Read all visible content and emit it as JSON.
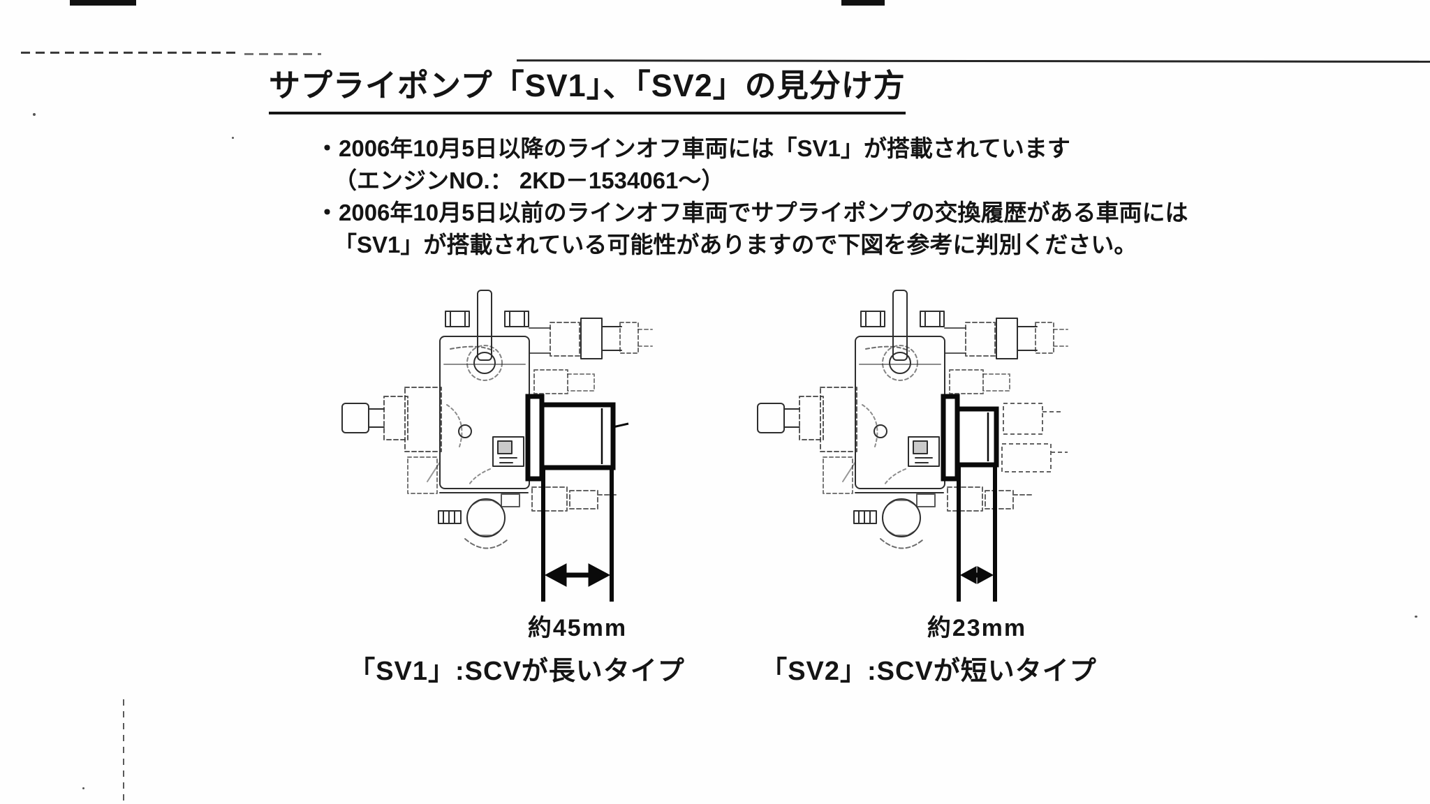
{
  "page": {
    "title": "サプライポンプ「SV1」、「SV2」の見分け方",
    "bullets": [
      {
        "line1": "・2006年10月5日以降のラインオフ車両には「SV1」が搭載されています",
        "line2": "（エンジンNO.： 2KD－1534061～）"
      },
      {
        "line1": "・2006年10月5日以前のラインオフ車両でサプライポンプの交換履歴がある車両には",
        "line2": "「SV1」が搭載されている可能性がありますので下図を参考に判別ください。"
      }
    ],
    "figures": [
      {
        "id": "sv1",
        "dimension_label": "約45mm",
        "caption": "「SV1」:SCVが長いタイプ"
      },
      {
        "id": "sv2",
        "dimension_label": "約23mm",
        "caption": "「SV2」:SCVが短いタイプ"
      }
    ],
    "colors": {
      "ink": "#141414",
      "drawing_stroke": "#2e2e2e",
      "scv_stroke": "#0a0a0a"
    }
  }
}
